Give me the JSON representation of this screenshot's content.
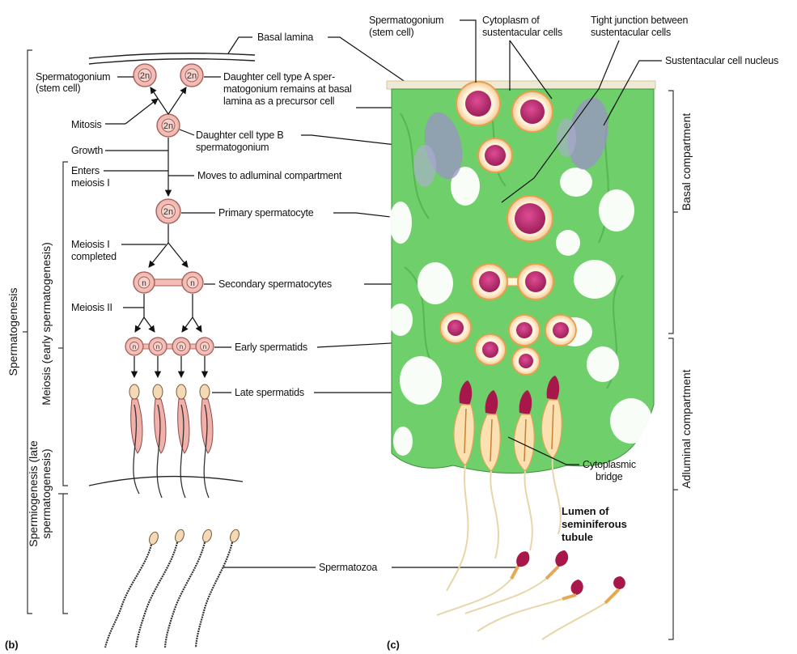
{
  "panels": {
    "left_letter": "(b)",
    "right_letter": "(c)"
  },
  "left_side": {
    "spermatogenesis": "Spermatogenesis",
    "meiosis_early": "Meiosis (early spermatogenesis)",
    "spermiogenesis_l1": "Spermiogenesis (late",
    "spermiogenesis_l2": "spermatogenesis)"
  },
  "cell_marks": {
    "diploid": "2n",
    "haploid": "n"
  },
  "left_labels": {
    "basal_lamina": "Basal lamina",
    "spermatogonium_l1": "Spermatogonium",
    "spermatogonium_l2": "(stem cell)",
    "mitosis": "Mitosis",
    "growth": "Growth",
    "enters_l1": "Enters",
    "enters_l2": "meiosis I",
    "meiosis1_done_l1": "Meiosis I",
    "meiosis1_done_l2": "completed",
    "meiosis2": "Meiosis II"
  },
  "middle_labels": {
    "daughter_a_l1": "Daughter cell type A sper-",
    "daughter_a_l2": "matogonium remains at basal",
    "daughter_a_l3": "lamina as a precursor cell",
    "daughter_b_l1": "Daughter cell type B",
    "daughter_b_l2": "spermatogonium",
    "moves": "Moves to adluminal compartment",
    "primary": "Primary spermatocyte",
    "secondary": "Secondary spermatocytes",
    "early": "Early spermatids",
    "late": "Late spermatids",
    "spermatozoa": "Spermatozoa"
  },
  "right_labels": {
    "spermatogonium_l1": "Spermatogonium",
    "spermatogonium_l2": "(stem cell)",
    "cytoplasm_l1": "Cytoplasm of",
    "cytoplasm_l2": "sustentacular cells",
    "tight_l1": "Tight junction between",
    "tight_l2": "sustentacular cells",
    "nucleus": "Sustentacular cell nucleus",
    "cyto_bridge_l1": "Cytoplasmic",
    "cyto_bridge_l2": "bridge",
    "lumen_l1": "Lumen of",
    "lumen_l2": "seminiferous",
    "lumen_l3": "tubule"
  },
  "right_side": {
    "basal": "Basal compartment",
    "adluminal": "Adluminal compartment"
  },
  "colors": {
    "tissue": "#6fcf6a",
    "cell_fill": "#f4c6c0",
    "nucleus": "#c0306e",
    "sperm_head": "#a8174a",
    "sust_nucleus": "#9b93c7"
  }
}
